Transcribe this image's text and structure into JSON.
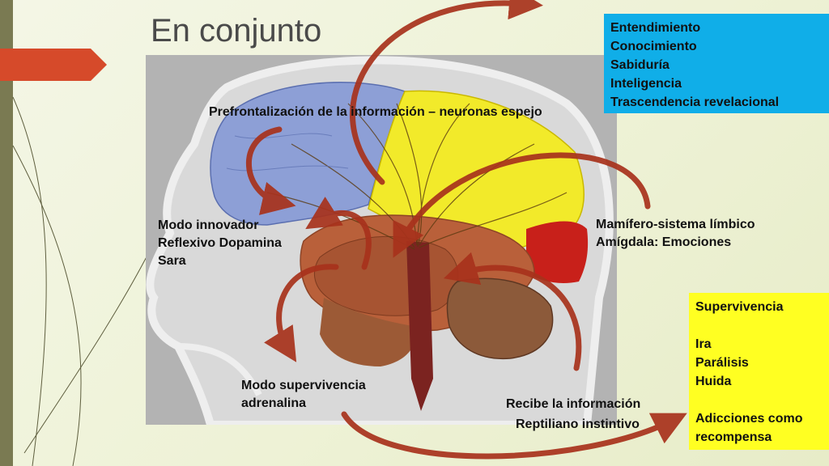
{
  "title": "En conjunto",
  "labels": {
    "prefrontal": "Prefrontalización de la información – neuronas espejo",
    "innovador": [
      "Modo innovador",
      "Reflexivo Dopamina",
      "Sara"
    ],
    "mamifero": [
      "Mamífero-sistema límbico",
      "Amígdala:  Emociones"
    ],
    "supervivencia_mode": [
      "Modo supervivencia",
      "adrenalina"
    ],
    "recibe": "Recibe la información",
    "reptiliano": "Reptiliano instintivo"
  },
  "blue_box": {
    "items": [
      "Entendimiento",
      "Conocimiento",
      "Sabiduría",
      "Inteligencia",
      "Trascendencia revelacional"
    ],
    "color": "#10aee8"
  },
  "yellow_box": {
    "items": [
      "Supervivencia",
      "",
      "Ira",
      "Parálisis",
      "Huida",
      "",
      "Adicciones como",
      "recompensa"
    ],
    "color": "#ffff22"
  },
  "colors": {
    "arrow": "#a8321c",
    "frontal_lobe": "#8d9fd6",
    "parietal_lobe": "#f2ea2a",
    "occipital_lobe": "#c8201a",
    "limbic": "#a75432",
    "cerebellum": "#8c5a3a",
    "brainstem": "#7b2320"
  }
}
